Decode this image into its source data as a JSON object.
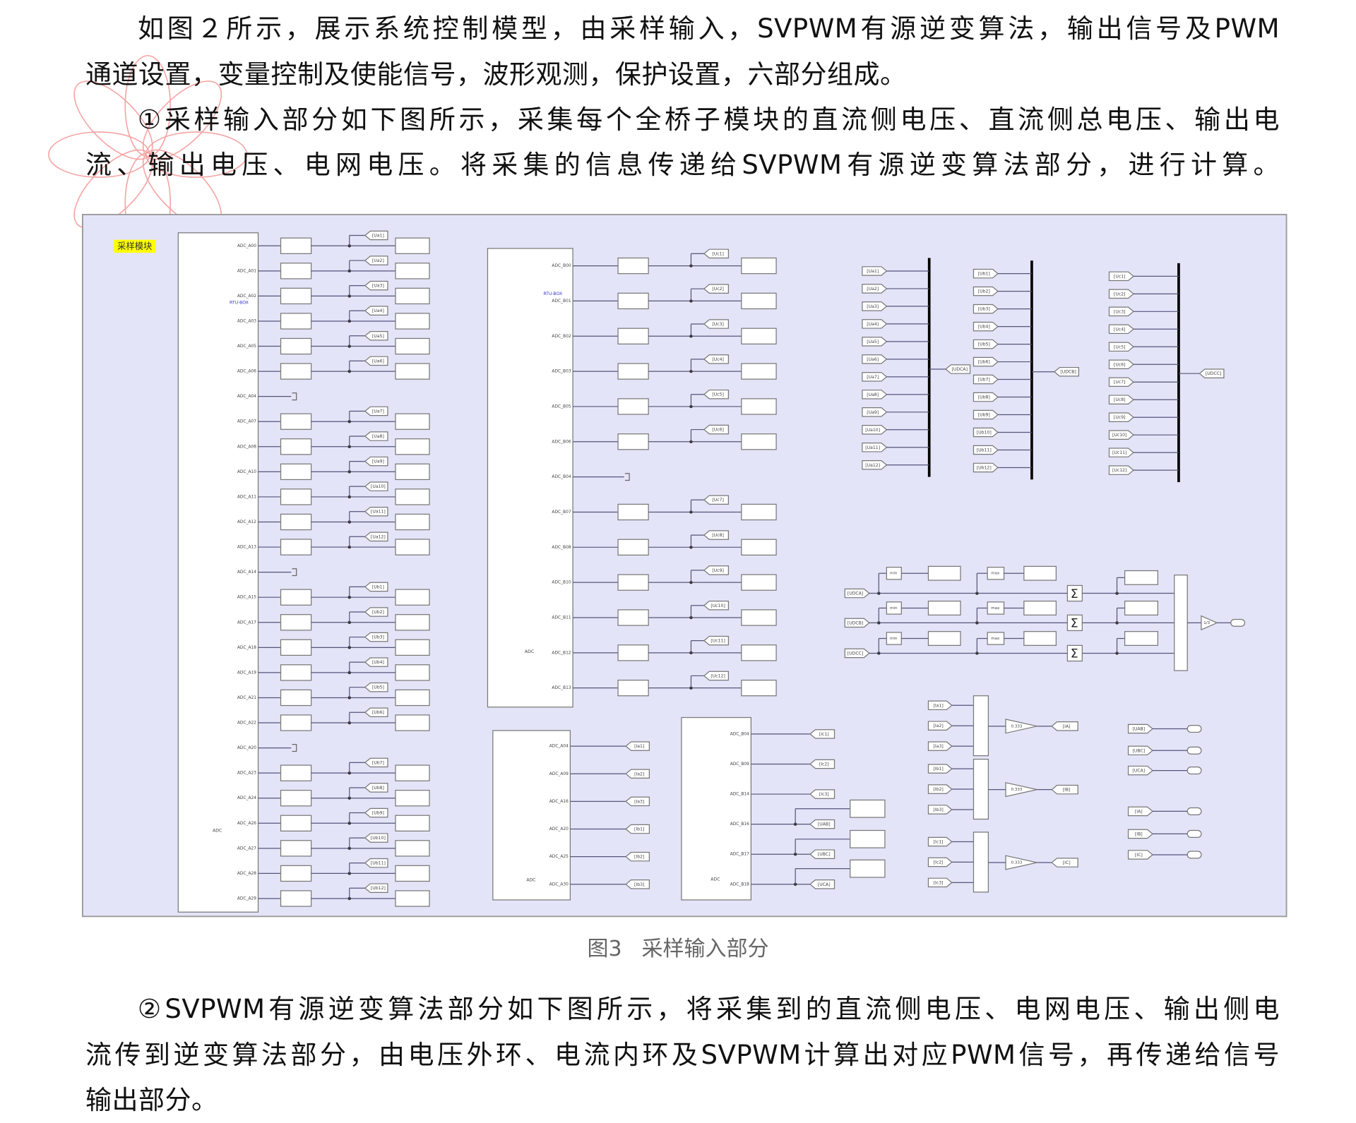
{
  "paragraphs": [
    {
      "lines": [
        "如图２所示，展示系统控制模型，由采样输入，SVPWM有源逆变算法，输出信号及PWM",
        "通道设置，变量控制及使能信号，波形观测，保护设置，六部分组成。"
      ]
    },
    {
      "lines": [
        "①采样输入部分如下图所示，采集每个全桥子模块的直流侧电压、直流侧总电压、输出电",
        "流、输出电压、电网电压。将采集的信息传递给SVPWM有源逆变算法部分，进行计算。"
      ]
    },
    {
      "lines": [
        "②SVPWM有源逆变算法部分如下图所示，将采集到的直流侧电压、电网电压、输出侧电",
        "流传到逆变算法部分，由电压外环、电流内环及SVPWM计算出对应PWM信号，再传递给信号",
        "输出部分。"
      ]
    }
  ],
  "caption": {
    "number": "图3",
    "title": "采样输入部分"
  },
  "diagram": {
    "colors": {
      "background": "#e4e4f8",
      "wire": "#55557a",
      "highlight": "#ffff00",
      "block_label": "#3a3ad0"
    },
    "module_title": "采样模块",
    "block_name": "RTU-BOX",
    "adc_label": "ADC",
    "block_a": {
      "ports": [
        "ADC_A00",
        "ADC_A01",
        "ADC_A02",
        "ADC_A03",
        "ADC_A05",
        "ADC_A06",
        "ADC_A04",
        "ADC_A07",
        "ADC_A08",
        "ADC_A10",
        "ADC_A11",
        "ADC_A12",
        "ADC_A13",
        "ADC_A14",
        "ADC_A15",
        "ADC_A17",
        "ADC_A18",
        "ADC_A19",
        "ADC_A21",
        "ADC_A22",
        "ADC_A20",
        "ADC_A23",
        "ADC_A24",
        "ADC_A26",
        "ADC_A27",
        "ADC_A28",
        "ADC_A29"
      ],
      "tags": [
        "[Ua1]",
        "[Ua2]",
        "[Ua3]",
        "[Ua4]",
        "[Ua5]",
        "[Ua6]",
        "",
        "[Ua7]",
        "[Ua8]",
        "[Ua9]",
        "[Ua10]",
        "[Ua11]",
        "[Ua12]",
        "",
        "[Ub1]",
        "[Ub2]",
        "[Ub3]",
        "[Ub4]",
        "[Ub5]",
        "[Ub6]",
        "",
        "[Ub7]",
        "[Ub8]",
        "[Ub9]",
        "[Ub10]",
        "[Ub11]",
        "[Ub12]"
      ]
    },
    "block_b": {
      "ports": [
        "ADC_B00",
        "ADC_B01",
        "ADC_B02",
        "ADC_B03",
        "ADC_B05",
        "ADC_B06",
        "ADC_B04",
        "ADC_B07",
        "ADC_B08",
        "ADC_B10",
        "ADC_B11",
        "ADC_B12",
        "ADC_B13"
      ],
      "tags": [
        "[Uc1]",
        "[Uc2]",
        "[Uc3]",
        "[Uc4]",
        "[Uc5]",
        "[Uc6]",
        "",
        "[Uc7]",
        "[Uc8]",
        "[Uc9]",
        "[Uc10]",
        "[Uc11]",
        "[Uc12]"
      ]
    },
    "buses": [
      {
        "inputs": [
          "[Ua1]",
          "[Ua2]",
          "[Ua3]",
          "[Ua4]",
          "[Ua5]",
          "[Ua6]",
          "[Ua7]",
          "[Ua8]",
          "[Ua9]",
          "[Ua10]",
          "[Ua11]",
          "[Ua12]"
        ],
        "output": "[UDCA]"
      },
      {
        "inputs": [
          "[Ub1]",
          "[Ub2]",
          "[Ub3]",
          "[Ub4]",
          "[Ub5]",
          "[Ub6]",
          "[Ub7]",
          "[Ub8]",
          "[Ub9]",
          "[Ub10]",
          "[Ub11]",
          "[Ub12]"
        ],
        "output": "[UDCB]"
      },
      {
        "inputs": [
          "[Uc1]",
          "[Uc2]",
          "[Uc3]",
          "[Uc4]",
          "[Uc5]",
          "[Uc6]",
          "[Uc7]",
          "[Uc8]",
          "[Uc9]",
          "[Uc10]",
          "[Uc11]",
          "[Uc12]"
        ],
        "output": "[UDCC]"
      }
    ],
    "minmax": {
      "inputs": [
        "[UDCA]",
        "[UDCB]",
        "[UDCC]"
      ],
      "min_label": "min",
      "max_label": "max",
      "sum_symbol": "Σ",
      "gain": "1/3"
    },
    "block_c": {
      "ports": [
        "ADC_A04",
        "ADC_A09",
        "ADC_A16",
        "ADC_A20",
        "ADC_A25",
        "ADC_A30"
      ],
      "tags": [
        "[Ia1]",
        "[Ia2]",
        "[Ia3]",
        "[Ib1]",
        "[Ib2]",
        "[Ib3]"
      ]
    },
    "block_d": {
      "ports": [
        "ADC_B04",
        "ADC_B09",
        "ADC_B14",
        "ADC_B16",
        "ADC_B17",
        "ADC_B18"
      ],
      "tags": [
        "[Ic1]",
        "[Ic2]",
        "[Ic3]",
        "[UAB]",
        "[UBC]",
        "[UCA]"
      ]
    },
    "currents": [
      {
        "inputs": [
          "[Ia1]",
          "[Ia2]",
          "[Ia3]"
        ],
        "gain": "0.333",
        "output": "[IA]"
      },
      {
        "inputs": [
          "[Ib1]",
          "[Ib2]",
          "[Ib3]"
        ],
        "gain": "0.333",
        "output": "[IB]"
      },
      {
        "inputs": [
          "[Ic1]",
          "[Ic2]",
          "[Ic3]"
        ],
        "gain": "0.333",
        "output": "[IC]"
      }
    ],
    "scopes": [
      "[UAB]",
      "[UBC]",
      "[UCA]",
      "[IA]",
      "[IB]",
      "[IC]"
    ]
  }
}
